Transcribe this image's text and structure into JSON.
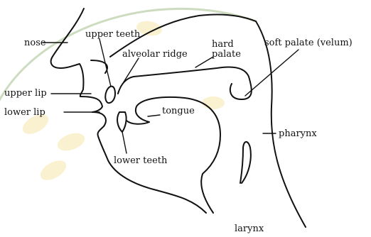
{
  "labels": {
    "nose": "nose",
    "upper_teeth": "upper teeth",
    "alveolar_ridge": "alveolar ridge",
    "hard_palate_1": "hard",
    "hard_palate_2": "palate",
    "soft_palate": "soft palate (velum)",
    "upper_lip": "upper lip",
    "lower_lip": "lower lip",
    "tongue": "tongue",
    "pharynx": "pharynx",
    "lower_teeth": "lower teeth",
    "larynx": "larynx"
  },
  "colors": {
    "ink": "#111111",
    "watermark_green": "#6f9a4a",
    "watermark_yellow": "#f4e6a8"
  }
}
